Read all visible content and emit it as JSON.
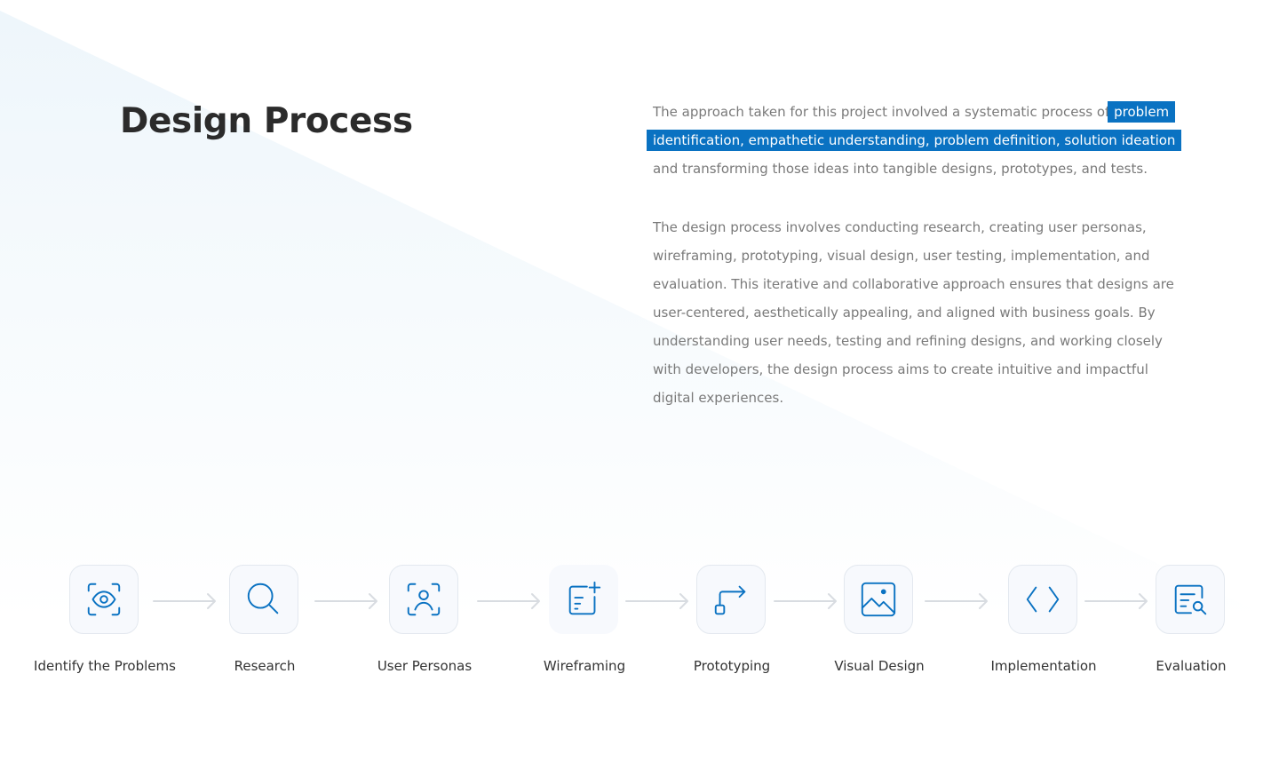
{
  "title": "Design Process",
  "intro": {
    "before": "The approach taken for this project involved a systematic process of ",
    "highlight": "problem identification, empathetic understanding, problem definition, solution ideation",
    "after": " and transforming those ideas into tangible designs, prototypes, and tests."
  },
  "body": "The design process involves conducting research, creating user personas, wireframing, prototyping, visual design, user testing, implementation, and evaluation. This iterative and collaborative approach ensures that designs are user-centered, aesthetically appealing, and aligned with business goals. By understanding user needs, testing and refining designs, and working closely with developers, the design process aims to create intuitive and impactful digital experiences.",
  "steps": [
    {
      "label": "Identify the Problems",
      "icon": "eye-scan-icon"
    },
    {
      "label": "Research",
      "icon": "search-icon"
    },
    {
      "label": "User Personas",
      "icon": "user-scan-icon"
    },
    {
      "label": "Wireframing",
      "icon": "wireframe-add-icon"
    },
    {
      "label": "Prototyping",
      "icon": "prototype-flow-icon"
    },
    {
      "label": "Visual Design",
      "icon": "image-icon"
    },
    {
      "label": "Implementation",
      "icon": "code-icon"
    },
    {
      "label": "Evaluation",
      "icon": "document-search-icon"
    }
  ],
  "colors": {
    "accent": "#0A72C2",
    "title": "#2B2B2B",
    "body_text": "#7A7A7A",
    "label_text": "#333333",
    "arrow": "#D8DCE1",
    "card_bg": "#F7F9FD",
    "card_border": "#E3E8EF"
  }
}
